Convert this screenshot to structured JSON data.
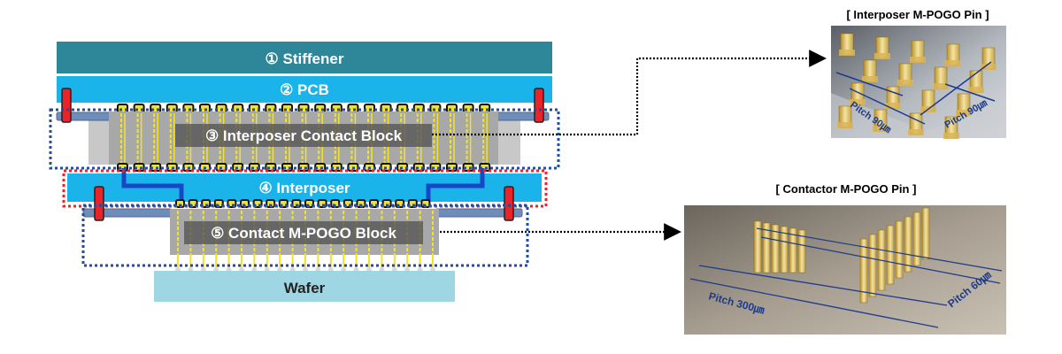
{
  "layers": {
    "stiffener": "① Stiffener",
    "pcb": "② PCB",
    "interposer_contact_block": "③ Interposer Contact Block",
    "interposer": "④ Interposer",
    "contact_mpogo_block": "⑤ Contact M-POGO Block",
    "wafer": "Wafer"
  },
  "callouts": {
    "interposer_pin": {
      "title": "[ Interposer M-POGO Pin ]",
      "pitch_left": "Pitch 90㎛",
      "pitch_right": "Pitch 90㎛"
    },
    "contactor_pin": {
      "title": "[ Contactor M-POGO Pin ]",
      "pitch_left": "Pitch 300㎛",
      "pitch_right": "Pitch 60㎛"
    }
  },
  "colors": {
    "stiffener": "#2e8699",
    "pcb": "#1ab4ea",
    "interposer": "#1ab4ea",
    "wafer": "#9fd6e3",
    "block_gray": "#a8a8a8",
    "pin_yellow": "#f2e32a",
    "dotted_blue": "#1f4ea0",
    "dotted_red": "#e8232a",
    "trace_blue": "#1747c4",
    "clamp_red": "#e8232a"
  }
}
